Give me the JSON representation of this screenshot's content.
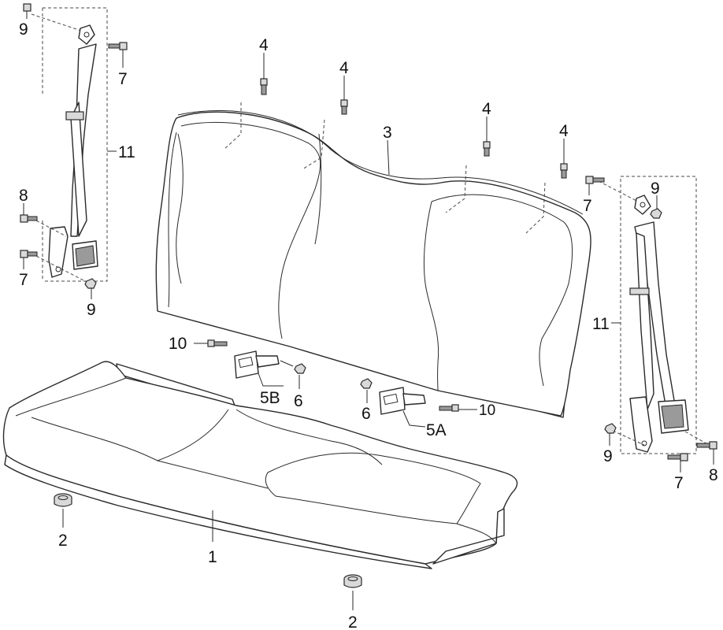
{
  "callouts": {
    "c1": "1",
    "c2a": "2",
    "c2b": "2",
    "c3": "3",
    "c4a": "4",
    "c4b": "4",
    "c4c": "4",
    "c4d": "4",
    "c5a": "5A",
    "c5b": "5B",
    "c6a": "6",
    "c6b": "6",
    "c7a": "7",
    "c7b": "7",
    "c7c": "7",
    "c7d": "7",
    "c8a": "8",
    "c8b": "8",
    "c9a": "9",
    "c9b": "9",
    "c9c": "9",
    "c9d": "9",
    "c10a": "10",
    "c10b": "10",
    "c11a": "11",
    "c11b": "11"
  },
  "colors": {
    "line": "#2a2a2a",
    "background": "#ffffff",
    "shading": "#d9d9d9"
  }
}
